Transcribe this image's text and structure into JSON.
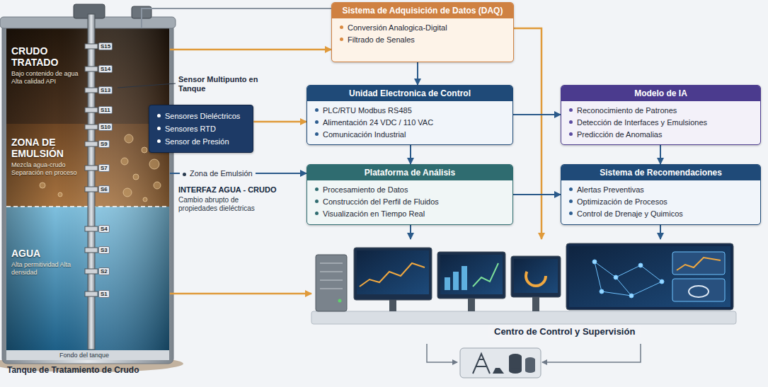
{
  "diagram": {
    "nodes": [
      {
        "text": [
          "Tanque de Tratamiento de Crudo"
        ]
      },
      {
        "text": [
          "CRUDO TRATADO",
          "Bajo contenido de agua Alta calidad API"
        ],
        "in": 0
      },
      {
        "text": [
          "ZONA DE EMULSIÓN",
          "Mezcla agua-crudo Separación en proceso"
        ],
        "in": 0
      },
      {
        "text": [
          "AGUA",
          "Alta permitividad Alta densidad"
        ],
        "in": 0
      },
      {
        "text": [
          "Sensores Dieléctricos",
          "Sensores RTD",
          "Sensor de Presión"
        ]
      },
      {
        "text": [
          "Sistema de Adquisición de Datos (DAQ)",
          "Conversión Analogica-Digital",
          "Filtrado de Senales"
        ]
      },
      {
        "text": [
          "Unidad Electronica de Control",
          "PLC/RTU Modbus RS485",
          "Alimentación 24 VDC / 110 VAC",
          "Comunicación Industrial"
        ]
      },
      {
        "text": [
          "Plataforma de Análisis",
          "Procesamiento de Datos",
          "Construcción del Perfil de Fluidos",
          "Visualización en Tiempo Real"
        ]
      },
      {
        "text": [
          "Modelo de IA",
          "Reconocimiento de Patrones",
          "Detección de Interfaces y Emulsiones",
          "Predicción de Anomalias"
        ]
      },
      {
        "text": [
          "Sistema de Recomendaciones",
          "Alertas Preventivas",
          "Optimización de Procesos",
          "Control de Drenaje y Quimicos"
        ]
      },
      {
        "text": [
          "Centro de Control y Supervisión"
        ]
      }
    ],
    "edges": [
      {
        "from": 0,
        "to": 5,
        "arrow": "to"
      },
      {
        "from": 0,
        "to": 5,
        "arrow": "none"
      },
      {
        "from": 4,
        "to": 6,
        "arrow": "to"
      },
      {
        "from": 5,
        "to": 6,
        "arrow": "to"
      },
      {
        "from": 5,
        "to": 10,
        "arrow": "to"
      },
      {
        "from": 6,
        "to": 7,
        "arrow": "to"
      },
      {
        "from": 6,
        "to": 8,
        "arrow": "to"
      },
      {
        "from": 8,
        "to": 9,
        "arrow": "to"
      },
      {
        "from": 7,
        "to": 9,
        "arrow": "to"
      },
      {
        "from": 2,
        "to": 7,
        "label": "Zona de Emulsión",
        "arrow": "to"
      },
      {
        "from": 7,
        "to": 10,
        "arrow": "to"
      },
      {
        "from": 9,
        "to": 10,
        "arrow": "to"
      },
      {
        "from": 3,
        "to": 10,
        "arrow": "to"
      }
    ],
    "labels": [
      "Sensor Multipunto en Tanque",
      "S15",
      "S14",
      "S13",
      "S11",
      "S10",
      "S9",
      "S7",
      "S6",
      "S4",
      "S3",
      "S2",
      "S1",
      "INTERFAZ AGUA - CRUDO",
      "Cambio abrupto de propiedades dieléctricas",
      "Fondo del tanque"
    ]
  }
}
